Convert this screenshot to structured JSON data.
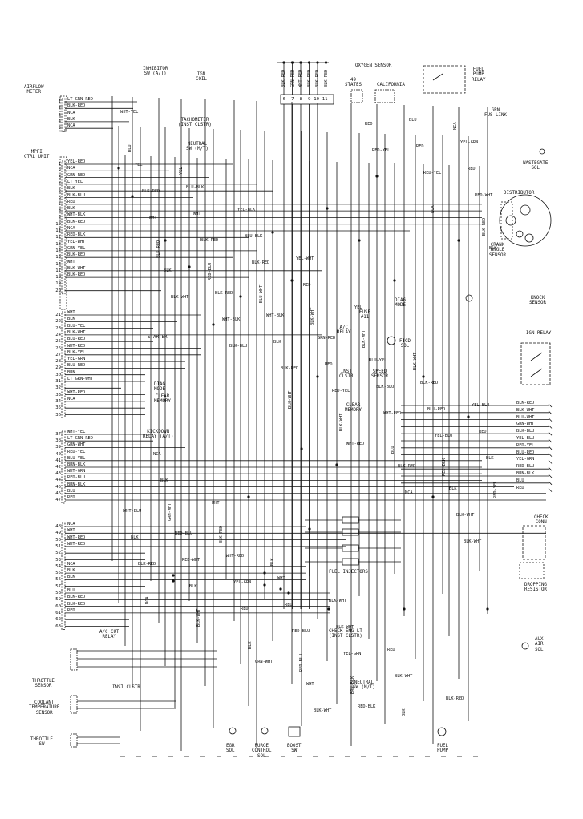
{
  "components": {
    "airflow_meter": "AIRFLOW\nMETER",
    "mpfi_unit": "MPFI\nCTRL UNIT",
    "inhibitor": "INHIBITOR\nSW (A/T)",
    "ign_coil": "IGN\nCOIL",
    "tachometer": "TACHOMETER\n(INST CLSTR)",
    "neutral_top": "NEUTRAL\nSW (M/T)",
    "oxygen_sensor": "OXYGEN SENSOR",
    "states_49": "49\nSTATES",
    "california": "CALIFORNIA",
    "fuel_pump_relay": "FUEL\nPUMP\nRELAY",
    "grn_fuse_link": "GRN\nFUS LINK",
    "wastegate_sol": "WASTEGATE\nSOL",
    "distributor": "DISTRIBUTOR",
    "crank_angle": "CRANK\nANGLE\nSENSOR",
    "knock_sensor": "KNOCK\nSENSOR",
    "ign_relay": "IGN RELAY",
    "diag_mode": "DIAG\nMODE",
    "fuse_11": "FUSE\n#11",
    "ac_relay": "A/C\nRELAY",
    "fico_sol": "FICD\nSOL",
    "starter": "STARTER",
    "inst_clstr": "INST\nCLSTR",
    "speed_sensor": "SPEED\nSENSOR",
    "diag_mode_left": "DIAG\nMODE",
    "clear_memory_left": "CLEAR\nMEMORY",
    "clear_memory_mid": "CLEAR\nMEMORY",
    "kickdown_relay": "KICKDOWN\nRELAY (A/T)",
    "check_conn": "CHECK\nCONN",
    "dropping_resistor": "DROPPING\nRESISTOR",
    "fuel_injectors": "FUEL INJECTORS",
    "ac_cut_relay": "A/C CUT\nRELAY",
    "check_eng_lt": "CHECK ENG LT\n(INST CLSTR)",
    "aux_air_sol": "AUX\nAIR\nSOL",
    "throttle_sensor": "THROTTLE\nSENSOR",
    "inst_clstr_bottom": "INST CLSTR",
    "coolant_temp": "COOLANT\nTEMPERATURE\nSENSOR",
    "neutral_bottom": "NEUTRAL\nSW (M/T)",
    "throttle_sw": "THROTTLE\nSW",
    "egr_sol": "EGR\nSOL",
    "purge_sol": "PURGE\nCONTROL\nSOL",
    "boost_sw": "BOOST\nSW",
    "fuel_pump": "FUEL\nPUMP"
  },
  "connector_groups": {
    "group_a": {
      "pins": [
        "1",
        "2",
        "3",
        "4",
        "5"
      ],
      "wires": [
        "LT GRN-RED",
        "BLK-RED",
        "NCA",
        "BLK",
        "NCA"
      ]
    },
    "group_b": {
      "pins": [
        "1",
        "2",
        "3",
        "4",
        "5",
        "6",
        "7",
        "8",
        "9",
        "10",
        "11",
        "12",
        "13",
        "14",
        "15",
        "16",
        "17",
        "18",
        "19",
        "20"
      ],
      "wires": [
        "YEL-RED",
        "NCA",
        "GRN-RED",
        "LT YEL",
        "BLK",
        "BLK-BLU",
        "RED",
        "BLK",
        "WHT-BLK",
        "BLK-RED",
        "NCA",
        "RED-BLK",
        "YEL-WHT",
        "GRN-YEL",
        "BLK-RED",
        "WHT",
        "BLK-WHT",
        "BLK-RED",
        "",
        ""
      ]
    },
    "group_c": {
      "pins": [
        "21",
        "22",
        "23",
        "24",
        "25",
        "26",
        "27",
        "28",
        "29",
        "30",
        "31",
        "32",
        "33",
        "34",
        "35",
        "36"
      ],
      "wires": [
        "WHT",
        "BLK",
        "BLU-YEL",
        "BLK-WHT",
        "BLU-RED",
        "WHT-RED",
        "BLK-YEL",
        "YEL-GRN",
        "BLU-RED",
        "BRN",
        "LT GRN-WHT",
        "",
        "WHT-RED",
        "NCA",
        "",
        ""
      ]
    },
    "group_d": {
      "pins": [
        "37",
        "38",
        "39",
        "40",
        "41",
        "42",
        "43",
        "44",
        "45",
        "46",
        "47"
      ],
      "wires": [
        "WHT-YEL",
        "LT GRN-RED",
        "GRN-WHT",
        "RED-YEL",
        "BLU-YEL",
        "BRN-BLK",
        "WHT-GRN",
        "RED-BLU",
        "BRN-BLK",
        "BLU",
        "RED"
      ]
    },
    "group_e": {
      "pins": [
        "48",
        "49",
        "50",
        "51",
        "52",
        "53",
        "54",
        "55",
        "56",
        "57",
        "58",
        "59",
        "60",
        "61",
        "62",
        "63"
      ],
      "wires": [
        "NCA",
        "WHT",
        "WHT-RED",
        "WHT-RED",
        "",
        "",
        "NCA",
        "BLK",
        "BLK",
        "",
        "BLU",
        "BLK-RED",
        "BLK-RED",
        "RED",
        "",
        ""
      ]
    }
  },
  "top_block": {
    "pins": [
      "6",
      "7",
      "8",
      "9",
      "10",
      "11"
    ],
    "wires": [
      "BLK-RED",
      "GRN-RED",
      "WHT-RED",
      "BLK-RED",
      "BLK-RED",
      "BLK-RED"
    ]
  },
  "wire_labels": [
    "WHT-YEL",
    "YEL",
    "YEL-BLK",
    "YEL-WHT",
    "YEL",
    "BLK-WHT",
    "YEL-BLU",
    "NCA",
    "WHT",
    "BLK",
    "BLK-WHT",
    "RED",
    "BLK-RED",
    "BLU",
    "BLU-BLK",
    "BLU-BLK",
    "RED",
    "BLK-WHT",
    "BLK-RED",
    "RED",
    "BLK",
    "BLK-RED",
    "WHT",
    "BLK-WHT",
    "BLK-WHT",
    "NCA",
    "YEL",
    "WHT",
    "BLK-RED",
    "BLK-WHT",
    "BLU-YEL",
    "BLU-RED",
    "BLK",
    "GRN-WHT",
    "WHT-RED",
    "RED",
    "YEL-GRN",
    "BLK",
    "YEL-GRN",
    "BLK-RED",
    "BLK-RED",
    "BLU-WHT",
    "GRN-RED",
    "BLK-BLU",
    "YEL-BLU",
    "RED-YEL",
    "RED-BLU",
    "YEL-GRN",
    "RED-BLU",
    "BRN-BLK",
    "BLU",
    "RED",
    "WHT",
    "RED-BLU",
    "WHT-BLK",
    "RED",
    "WHT-RED",
    "RED-BLK",
    "WHT-BLU",
    "RED-WHT",
    "RED",
    "RED-BLU",
    "RED-BLK",
    "RED",
    "RED-WHT",
    "BLK-RED",
    "BLK-RED",
    "BLK",
    "RED-YEL",
    "BLU",
    "BLK",
    "BLK",
    "BLK",
    "BLK",
    "WHT",
    "RED",
    "RED-YEL",
    "BLK-RED",
    "BLK",
    "WHT-BLK",
    "BLK-RED",
    "BLK-WHT",
    "BLK-RED",
    "BLK-WHT",
    "BLK-RED",
    "BLK-WHT",
    "GRN-WHT",
    "BLK-WHT",
    "RED-YEL",
    "NCA",
    "BLK",
    "BLK-WHT",
    "BLK-BLU",
    "BLK-WHT",
    "WHT-RED",
    "NCA",
    "BLK-WHT",
    "NCA"
  ],
  "right_inline": [
    "BLK-RED",
    "BLK-WHT",
    "BLU-WHT",
    "GRN-WHT",
    "BLK-BLU",
    "YEL-BLU",
    "RED-YEL",
    "BLU-RED",
    "YEL-GRN",
    "RED-BLU",
    "BRN-BLK",
    "BLU",
    "RED"
  ]
}
